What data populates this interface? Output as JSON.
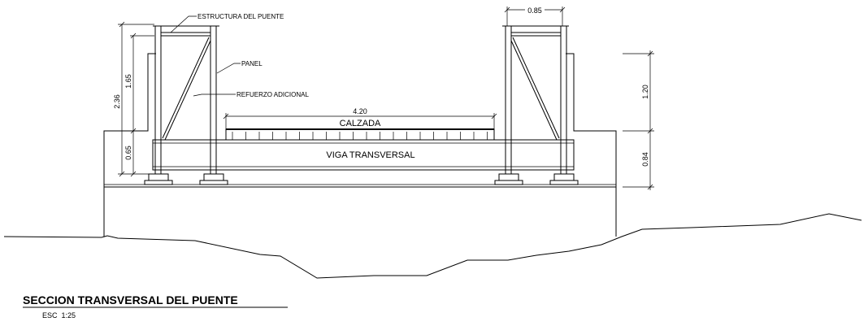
{
  "drawing": {
    "title": "SECCION TRANSVERSAL DEL PUENTE",
    "scale": "ESC  1:25",
    "labels": {
      "estructura": "ESTRUCTURA DEL PUENTE",
      "panel": "PANEL",
      "refuerzo": "REFUERZO ADICIONAL",
      "calzada": "CALZADA",
      "viga": "VIGA TRANSVERSAL"
    },
    "dimensions": {
      "panel_width": "0.85",
      "road_width": "4.20",
      "total_height": "2.36",
      "upper_height": "1.65",
      "lower_height": "0.65",
      "right_upper": "1.20",
      "right_lower": "0.84"
    }
  }
}
